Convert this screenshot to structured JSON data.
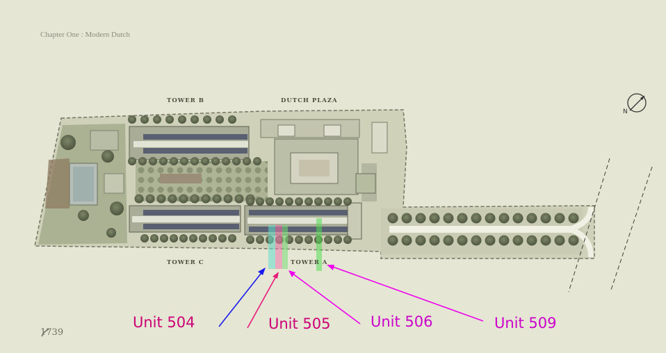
{
  "header": {
    "chapter_title": "Chapter One : Modern Dutch"
  },
  "plan_labels": {
    "tower_a": "TOWER A",
    "tower_b": "TOWER B",
    "tower_c": "TOWER C",
    "dutch_plaza": "DUTCH PLAZA"
  },
  "compass": {
    "north_label": "N"
  },
  "annotations": [
    {
      "label": "Unit 504",
      "color": "#cc0077"
    },
    {
      "label": "Unit 505",
      "color": "#cc0077"
    },
    {
      "label": "Unit 506",
      "color": "#cc00cc"
    },
    {
      "label": "Unit 509",
      "color": "#cc00cc"
    }
  ],
  "arrows": [
    {
      "target": "Unit 504",
      "color": "#1a1aee"
    },
    {
      "target": "Unit 505",
      "color": "#e8197a"
    },
    {
      "target": "Unit 506",
      "color": "#ee00ee"
    },
    {
      "target": "Unit 509",
      "color": "#ee00ee"
    }
  ],
  "unit_highlights": [
    {
      "unit": "Unit 504",
      "color": "#66ddcc"
    },
    {
      "unit": "Unit 505",
      "color": "#ee77aa"
    },
    {
      "unit": "Unit 506",
      "color": "#77dd77"
    },
    {
      "unit": "Unit 509",
      "color": "#55dd55"
    }
  ],
  "footer": {
    "page_number": "1739"
  }
}
